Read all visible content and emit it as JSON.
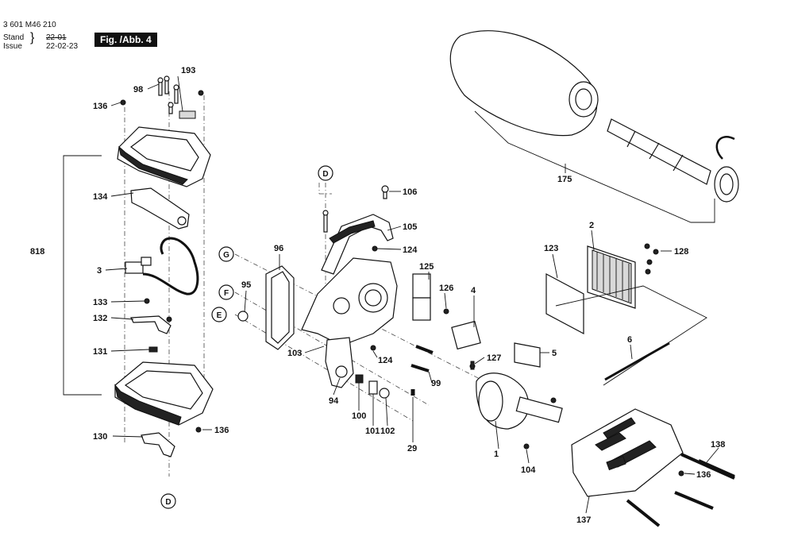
{
  "header": {
    "doc_number": "3 601 M46 210",
    "stand_label": "Stand",
    "issue_label": "Issue",
    "old_date": "22-01",
    "new_date": "22-02-23",
    "fig_label": "Fig. /Abb. 4"
  },
  "part_labels": {
    "p193": "193",
    "p98": "98",
    "p136a": "136",
    "p134": "134",
    "p818": "818",
    "p3": "3",
    "p133": "133",
    "p132": "132",
    "p131": "131",
    "p130": "130",
    "p136b": "136",
    "p106": "106",
    "p105": "105",
    "p124a": "124",
    "p125": "125",
    "p126": "126",
    "p4": "4",
    "p96": "96",
    "p95": "95",
    "p103": "103",
    "p124b": "124",
    "p127": "127",
    "p99": "99",
    "p94": "94",
    "p100": "100",
    "p101": "101",
    "p102": "102",
    "p29": "29",
    "p175": "175",
    "p2": "2",
    "p128": "128",
    "p123": "123",
    "p5": "5",
    "p6": "6",
    "p1": "1",
    "p104": "104",
    "p138": "138",
    "p136c": "136",
    "p137": "137"
  },
  "ref_markers": {
    "d_top": "D",
    "d_bottom": "D",
    "g": "G",
    "f": "F",
    "e": "E"
  }
}
